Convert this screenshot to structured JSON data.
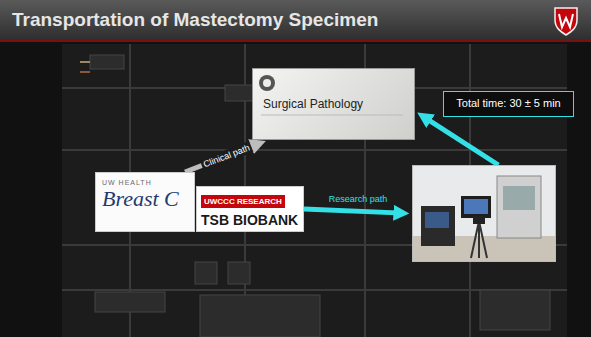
{
  "diagram": {
    "title": "Transportation of Mastectomy Specimen",
    "nodes": [
      {
        "text": [
          "Surgical Pathology"
        ]
      },
      {
        "text": [
          "Total time: 30 ± 5 min"
        ]
      },
      {
        "text": [
          "UW HEALTH",
          "Breast C"
        ]
      },
      {
        "text": [
          "UWCCC RESEARCH",
          "TSB BIOBANK"
        ]
      },
      {
        "text": []
      }
    ],
    "edges": [
      {
        "from": 2,
        "to": 0,
        "arrow": "to",
        "label": "Clinical path"
      },
      {
        "from": 3,
        "to": 4,
        "arrow": "to",
        "label": "Research path"
      },
      {
        "from": 4,
        "to": 0,
        "arrow": "to"
      }
    ]
  }
}
